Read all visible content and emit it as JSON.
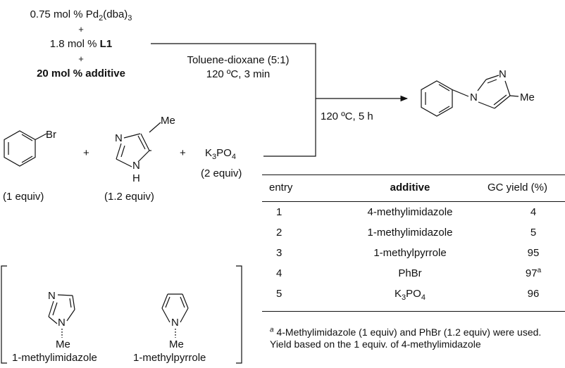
{
  "reagents": {
    "line1": "0.75 mol % Pd",
    "line1_sub": "2",
    "line1_rest": "(dba)",
    "line1_sub2": "3",
    "plus1": "+",
    "line2_pre": "1.8 mol % ",
    "line2_ligand": "L1",
    "plus2": "+",
    "line3": "20 mol % additive"
  },
  "conditions": {
    "premix_line1": "Toluene-dioxane (5:1)",
    "premix_line2": "120 ºC, 3 min",
    "reaction": "120 ºC, 5 h"
  },
  "reactants": {
    "aryl_halide_atom": "Br",
    "aryl_halide_equiv": "(1 equiv)",
    "plus_a": "+",
    "imidazole_n_top": "N",
    "imidazole_nh_n": "N",
    "imidazole_nh_h": "H",
    "imidazole_me": "Me",
    "imidazole_equiv": "(1.2 equiv)",
    "plus_b": "+",
    "base_k": "K",
    "base_sub3": "3",
    "base_po": "PO",
    "base_sub4": "4",
    "base_equiv": "(2 equiv)"
  },
  "product": {
    "n1": "N",
    "n3": "N",
    "me": "Me"
  },
  "additives_box": {
    "imid_n_top": "N",
    "imid_n_bottom": "N",
    "imid_me": "Me",
    "imid_name": "1-methylimidazole",
    "pyrrole_n": "N",
    "pyrrole_me": "Me",
    "pyrrole_name": "1-methylpyrrole"
  },
  "table": {
    "headers": [
      "entry",
      "additive",
      "GC yield (%)"
    ],
    "rows": [
      {
        "entry": "1",
        "additive": "4-methylimidazole",
        "yield": "4",
        "mark": ""
      },
      {
        "entry": "2",
        "additive": "1-methylimidazole",
        "yield": "5",
        "mark": ""
      },
      {
        "entry": "3",
        "additive": "1-methylpyrrole",
        "yield": "95",
        "mark": ""
      },
      {
        "entry": "4",
        "additive": "PhBr",
        "yield": "97",
        "mark": "a"
      },
      {
        "entry": "5",
        "additive": "K3PO4",
        "yield": "96",
        "mark": ""
      }
    ],
    "row5_k": "K",
    "row5_sub3": "3",
    "row5_po": "PO",
    "row5_sub4": "4"
  },
  "footnote": {
    "mark": "a",
    "text": " 4-Methylimidazole (1 equiv) and PhBr (1.2 equiv) were used. Yield  based on the 1 equiv. of 4-methylimidazole"
  }
}
